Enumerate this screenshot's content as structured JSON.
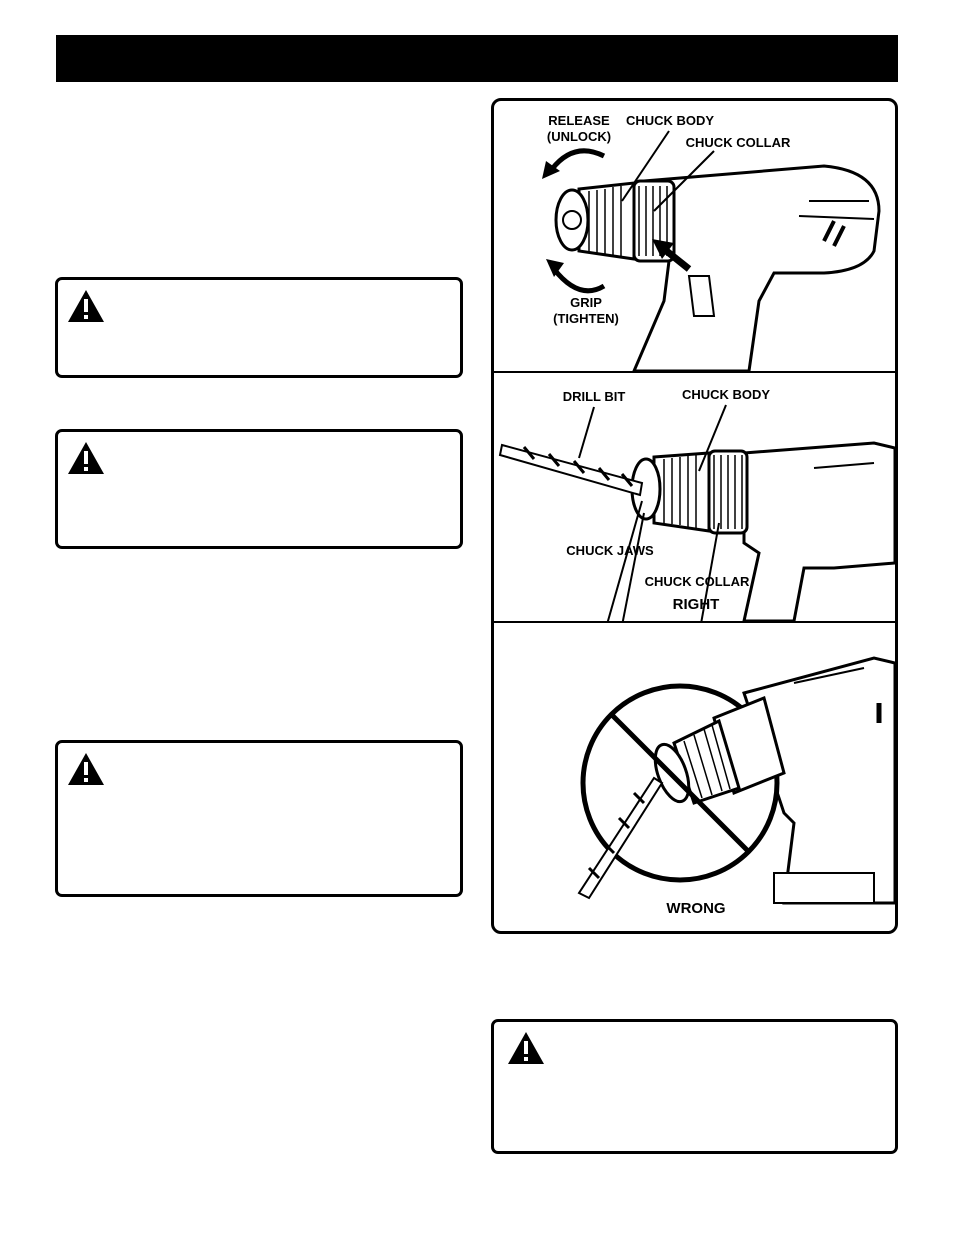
{
  "header": {
    "title": ""
  },
  "warnings": [
    {
      "id": "warning-1"
    },
    {
      "id": "warning-2"
    },
    {
      "id": "warning-3"
    },
    {
      "id": "warning-4"
    }
  ],
  "figures": {
    "chuck_operation": {
      "release_label": "RELEASE",
      "unlock_label": "(UNLOCK)",
      "chuck_body_label": "CHUCK BODY",
      "chuck_collar_label": "CHUCK COLLAR",
      "grip_label": "GRIP",
      "tighten_label": "(TIGHTEN)"
    },
    "bit_right": {
      "drill_bit_label": "DRILL BIT",
      "chuck_body_label": "CHUCK BODY",
      "chuck_jaws_label": "CHUCK JAWS",
      "chuck_collar_label": "CHUCK COLLAR",
      "caption": "RIGHT"
    },
    "bit_wrong": {
      "caption": "WRONG"
    }
  }
}
